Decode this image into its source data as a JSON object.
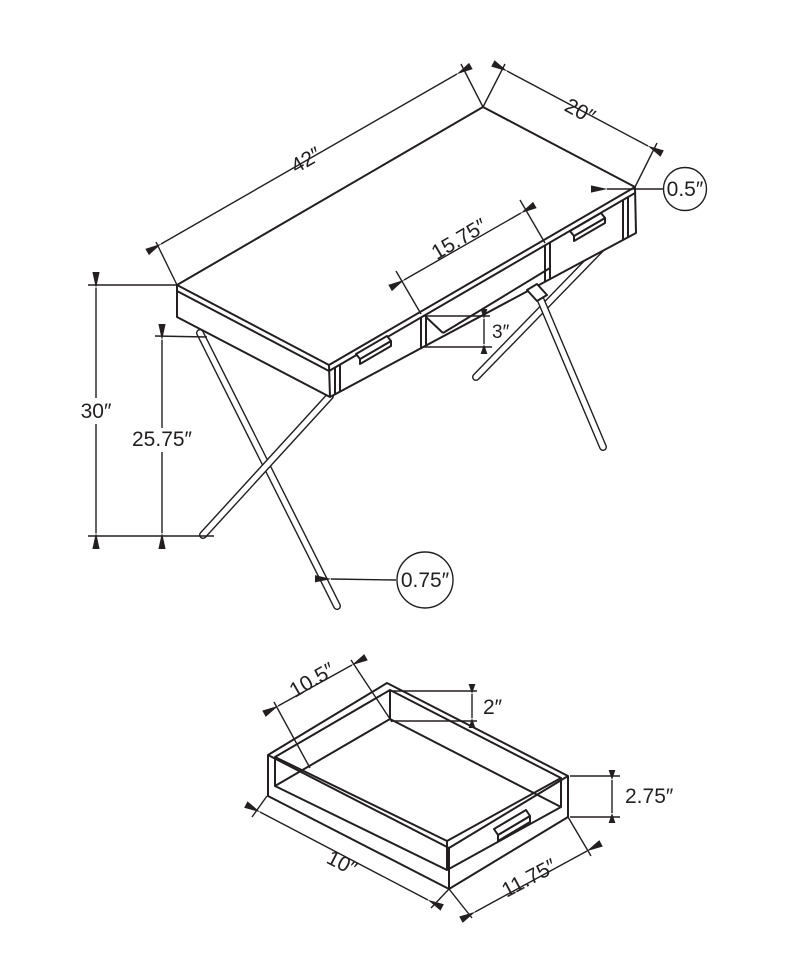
{
  "drawing": {
    "colors": {
      "line": "#231f20",
      "background": "#ffffff"
    },
    "desk_view": {
      "width_label": "42″",
      "depth_label": "20″",
      "top_thickness_label": "0.5″",
      "opening_width_label": "15.75″",
      "opening_height_label": "3″",
      "overall_height_label": "30″",
      "clearance_height_label": "25.75″",
      "leg_thickness_label": "0.75″"
    },
    "drawer_view": {
      "interior_length_label": "10.5″",
      "interior_height_label": "2″",
      "side_height_label": "2.75″",
      "bottom_length_label": "10″",
      "front_width_label": "11.75″"
    }
  }
}
